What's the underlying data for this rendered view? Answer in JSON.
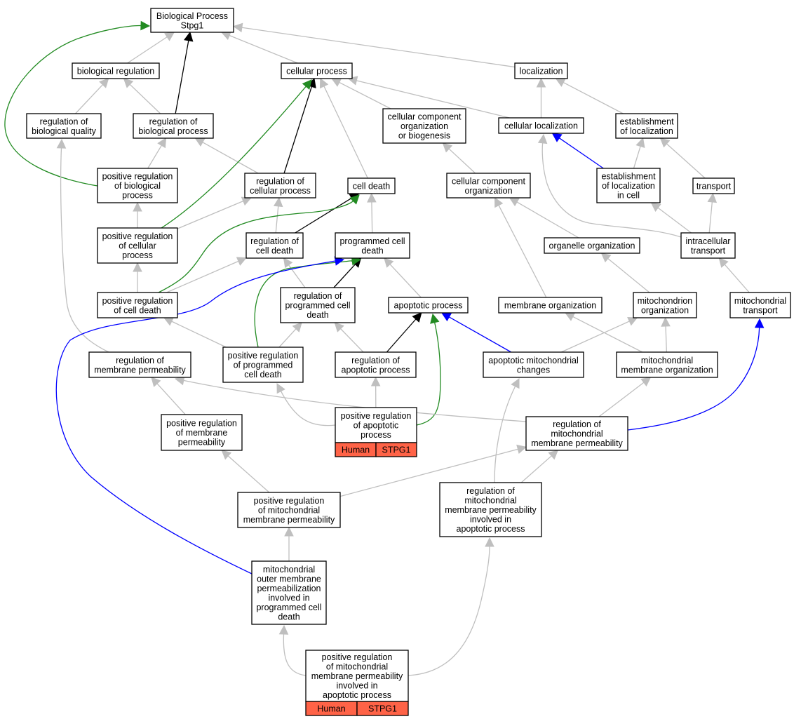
{
  "colors": {
    "is_a": "#bfbfbf",
    "part_of": "#000000",
    "regulates": "#0000ff",
    "positively_regulates": "#228b22",
    "annotation_fill": "#ff6347"
  },
  "nodes": [
    {
      "id": "bp",
      "label": "Biological Process\nStpg1"
    },
    {
      "id": "bioreg",
      "label": "biological regulation"
    },
    {
      "id": "cellproc",
      "label": "cellular process"
    },
    {
      "id": "loc",
      "label": "localization"
    },
    {
      "id": "regbq",
      "label": "regulation of\nbiological quality"
    },
    {
      "id": "regbp",
      "label": "regulation of\nbiological process"
    },
    {
      "id": "ccob",
      "label": "cellular component\norganization\nor biogenesis"
    },
    {
      "id": "cellloc",
      "label": "cellular localization"
    },
    {
      "id": "estloc",
      "label": "establishment\nof localization"
    },
    {
      "id": "posregbp",
      "label": "positive regulation\nof biological\nprocess"
    },
    {
      "id": "regcp",
      "label": "regulation of\ncellular process"
    },
    {
      "id": "celldeath",
      "label": "cell death"
    },
    {
      "id": "cco",
      "label": "cellular component\norganization"
    },
    {
      "id": "estlocincell",
      "label": "establishment\nof localization\nin cell"
    },
    {
      "id": "transport",
      "label": "transport"
    },
    {
      "id": "posregcp",
      "label": "positive regulation\nof cellular\nprocess"
    },
    {
      "id": "regcd",
      "label": "regulation of\ncell death"
    },
    {
      "id": "pcd",
      "label": "programmed cell\ndeath"
    },
    {
      "id": "orgorg",
      "label": "organelle organization"
    },
    {
      "id": "intracell",
      "label": "intracellular\ntransport"
    },
    {
      "id": "posregcd",
      "label": "positive regulation\nof cell death"
    },
    {
      "id": "regpcd",
      "label": "regulation of\nprogrammed cell\ndeath"
    },
    {
      "id": "apop",
      "label": "apoptotic process"
    },
    {
      "id": "memorg",
      "label": "membrane organization"
    },
    {
      "id": "mitoorg",
      "label": "mitochondrion\norganization"
    },
    {
      "id": "mitotrans",
      "label": "mitochondrial\ntransport"
    },
    {
      "id": "regmp",
      "label": "regulation of\nmembrane permeability"
    },
    {
      "id": "posregpcd",
      "label": "positive regulation\nof programmed\ncell death"
    },
    {
      "id": "regap",
      "label": "regulation of\napoptotic process"
    },
    {
      "id": "apmito",
      "label": "apoptotic mitochondrial\nchanges"
    },
    {
      "id": "mitomemorg",
      "label": "mitochondrial\nmembrane organization"
    },
    {
      "id": "posregap",
      "label": "positive regulation\nof apoptotic\nprocess",
      "tags": [
        "Human",
        "STPG1"
      ]
    },
    {
      "id": "posregmp",
      "label": "positive regulation\nof membrane\npermeability"
    },
    {
      "id": "regmmp",
      "label": "regulation of\nmitochondrial\nmembrane permeability"
    },
    {
      "id": "posregmmp",
      "label": "positive regulation\nof mitochondrial\nmembrane permeability"
    },
    {
      "id": "regmmpap",
      "label": "regulation of\nmitochondrial\nmembrane permeability\ninvolved in\napoptotic process"
    },
    {
      "id": "momp",
      "label": "mitochondrial\nouter membrane\npermeabilization\ninvolved in\nprogrammed cell\ndeath"
    },
    {
      "id": "posregmmpap",
      "label": "positive regulation\nof mitochondrial\nmembrane permeability\ninvolved in\napoptotic process",
      "tags": [
        "Human",
        "STPG1"
      ]
    }
  ],
  "edges": [
    {
      "from": "bioreg",
      "to": "bp",
      "type": "is_a"
    },
    {
      "from": "cellproc",
      "to": "bp",
      "type": "is_a"
    },
    {
      "from": "loc",
      "to": "bp",
      "type": "is_a"
    },
    {
      "from": "regbp",
      "to": "bp",
      "type": "part_of"
    },
    {
      "from": "posregbp",
      "to": "bp",
      "type": "positively_regulates"
    },
    {
      "from": "regbq",
      "to": "bioreg",
      "type": "is_a"
    },
    {
      "from": "regbp",
      "to": "bioreg",
      "type": "is_a"
    },
    {
      "from": "posregbp",
      "to": "regbp",
      "type": "is_a"
    },
    {
      "from": "regcp",
      "to": "regbp",
      "type": "is_a"
    },
    {
      "from": "regcp",
      "to": "cellproc",
      "type": "part_of"
    },
    {
      "from": "posregcp",
      "to": "cellproc",
      "type": "positively_regulates"
    },
    {
      "from": "celldeath",
      "to": "cellproc",
      "type": "is_a"
    },
    {
      "from": "ccob",
      "to": "cellproc",
      "type": "is_a"
    },
    {
      "from": "cellloc",
      "to": "cellproc",
      "type": "is_a"
    },
    {
      "from": "cellloc",
      "to": "loc",
      "type": "is_a"
    },
    {
      "from": "estloc",
      "to": "loc",
      "type": "is_a"
    },
    {
      "from": "estlocincell",
      "to": "cellloc",
      "type": "regulates"
    },
    {
      "from": "estlocincell",
      "to": "estloc",
      "type": "is_a"
    },
    {
      "from": "transport",
      "to": "estloc",
      "type": "is_a"
    },
    {
      "from": "cco",
      "to": "ccob",
      "type": "is_a"
    },
    {
      "from": "posregcp",
      "to": "posregbp",
      "type": "is_a"
    },
    {
      "from": "posregcp",
      "to": "regcp",
      "type": "is_a"
    },
    {
      "from": "regcd",
      "to": "regcp",
      "type": "is_a"
    },
    {
      "from": "regcd",
      "to": "celldeath",
      "type": "part_of"
    },
    {
      "from": "posregcd",
      "to": "celldeath",
      "type": "positively_regulates"
    },
    {
      "from": "pcd",
      "to": "celldeath",
      "type": "is_a"
    },
    {
      "from": "orgorg",
      "to": "cco",
      "type": "is_a"
    },
    {
      "from": "memorg",
      "to": "cco",
      "type": "is_a"
    },
    {
      "from": "intracell",
      "to": "estlocincell",
      "type": "is_a"
    },
    {
      "from": "intracell",
      "to": "transport",
      "type": "is_a"
    },
    {
      "from": "intracell",
      "to": "cellloc",
      "type": "is_a"
    },
    {
      "from": "posregcd",
      "to": "posregcp",
      "type": "is_a"
    },
    {
      "from": "posregcd",
      "to": "regcd",
      "type": "is_a"
    },
    {
      "from": "regpcd",
      "to": "regcd",
      "type": "is_a"
    },
    {
      "from": "regpcd",
      "to": "pcd",
      "type": "part_of"
    },
    {
      "from": "apop",
      "to": "pcd",
      "type": "is_a"
    },
    {
      "from": "mitoorg",
      "to": "orgorg",
      "type": "is_a"
    },
    {
      "from": "mitotrans",
      "to": "intracell",
      "type": "is_a"
    },
    {
      "from": "posregpcd",
      "to": "posregcd",
      "type": "is_a"
    },
    {
      "from": "posregpcd",
      "to": "regpcd",
      "type": "is_a"
    },
    {
      "from": "posregpcd",
      "to": "pcd",
      "type": "positively_regulates"
    },
    {
      "from": "regap",
      "to": "regpcd",
      "type": "is_a"
    },
    {
      "from": "regap",
      "to": "apop",
      "type": "part_of"
    },
    {
      "from": "apmito",
      "to": "apop",
      "type": "regulates"
    },
    {
      "from": "apmito",
      "to": "mitoorg",
      "type": "is_a"
    },
    {
      "from": "mitomemorg",
      "to": "memorg",
      "type": "is_a"
    },
    {
      "from": "mitomemorg",
      "to": "mitoorg",
      "type": "is_a"
    },
    {
      "from": "regmp",
      "to": "regbq",
      "type": "is_a"
    },
    {
      "from": "posregap",
      "to": "posregpcd",
      "type": "is_a"
    },
    {
      "from": "posregap",
      "to": "regap",
      "type": "is_a"
    },
    {
      "from": "posregap",
      "to": "apop",
      "type": "positively_regulates"
    },
    {
      "from": "posregmp",
      "to": "regmp",
      "type": "is_a"
    },
    {
      "from": "regmmp",
      "to": "regmp",
      "type": "is_a"
    },
    {
      "from": "regmmp",
      "to": "mitomemorg",
      "type": "is_a"
    },
    {
      "from": "regmmp",
      "to": "mitotrans",
      "type": "regulates"
    },
    {
      "from": "posregmmp",
      "to": "posregmp",
      "type": "is_a"
    },
    {
      "from": "posregmmp",
      "to": "regmmp",
      "type": "is_a"
    },
    {
      "from": "regmmpap",
      "to": "regmmp",
      "type": "is_a"
    },
    {
      "from": "regmmpap",
      "to": "apmito",
      "type": "is_a"
    },
    {
      "from": "momp",
      "to": "posregmmp",
      "type": "is_a"
    },
    {
      "from": "momp",
      "to": "pcd",
      "type": "regulates"
    },
    {
      "from": "posregmmpap",
      "to": "momp",
      "type": "is_a"
    },
    {
      "from": "posregmmpap",
      "to": "regmmpap",
      "type": "is_a"
    }
  ]
}
